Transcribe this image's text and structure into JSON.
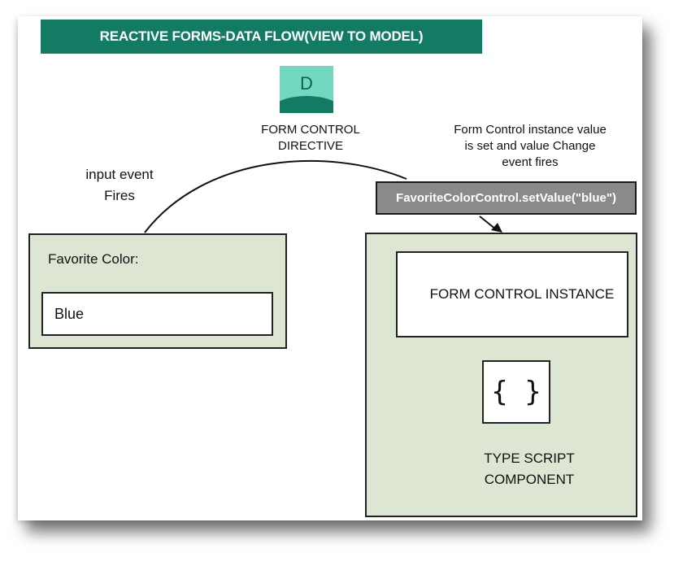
{
  "title": "REACTIVE FORMS-DATA FLOW(VIEW TO MODEL)",
  "directive": {
    "icon_letter": "D",
    "label_line1": "FORM CONTROL",
    "label_line2": "DIRECTIVE"
  },
  "event_label": {
    "line1": "input event",
    "line2": "Fires"
  },
  "note": {
    "line1": "Form Control instance value",
    "line2": "is set and value Change",
    "line3": "event fires"
  },
  "code_call": "FavoriteColorControl.setValue(\"blue\")",
  "view_panel": {
    "field_label": "Favorite Color:",
    "field_value": "Blue"
  },
  "model_panel": {
    "instance_label": "FORM CONTROL INSTANCE",
    "braces": "{ }",
    "component_line1": "TYPE SCRIPT",
    "component_line2": "COMPONENT"
  },
  "colors": {
    "banner": "#137a63",
    "directive_icon": "#72d9c0",
    "panel_fill": "#dde6d2",
    "code_box": "#8a8a8a"
  }
}
